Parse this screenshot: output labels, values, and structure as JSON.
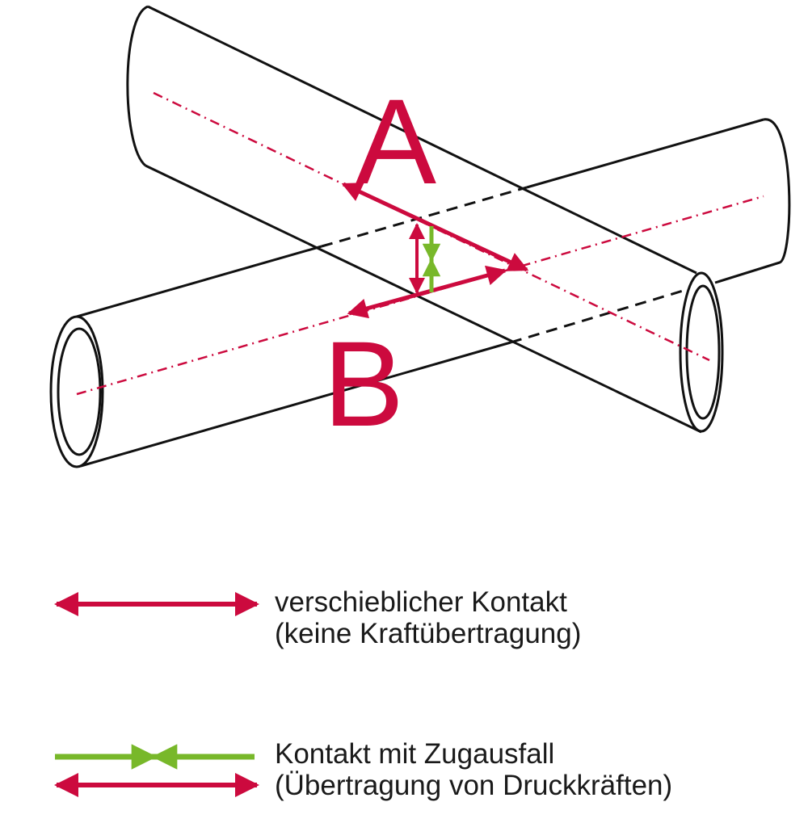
{
  "colors": {
    "red": "#cc0a3e",
    "green": "#78b82a",
    "line": "#111111"
  },
  "labels": {
    "a": "A",
    "b": "B"
  },
  "legend": [
    {
      "line1": "verschieblicher Kontakt",
      "line2": "(keine Kraftübertragung)"
    },
    {
      "line1": "Kontakt mit Zugausfall",
      "line2": "(Übertragung von Druckkräften)"
    }
  ]
}
